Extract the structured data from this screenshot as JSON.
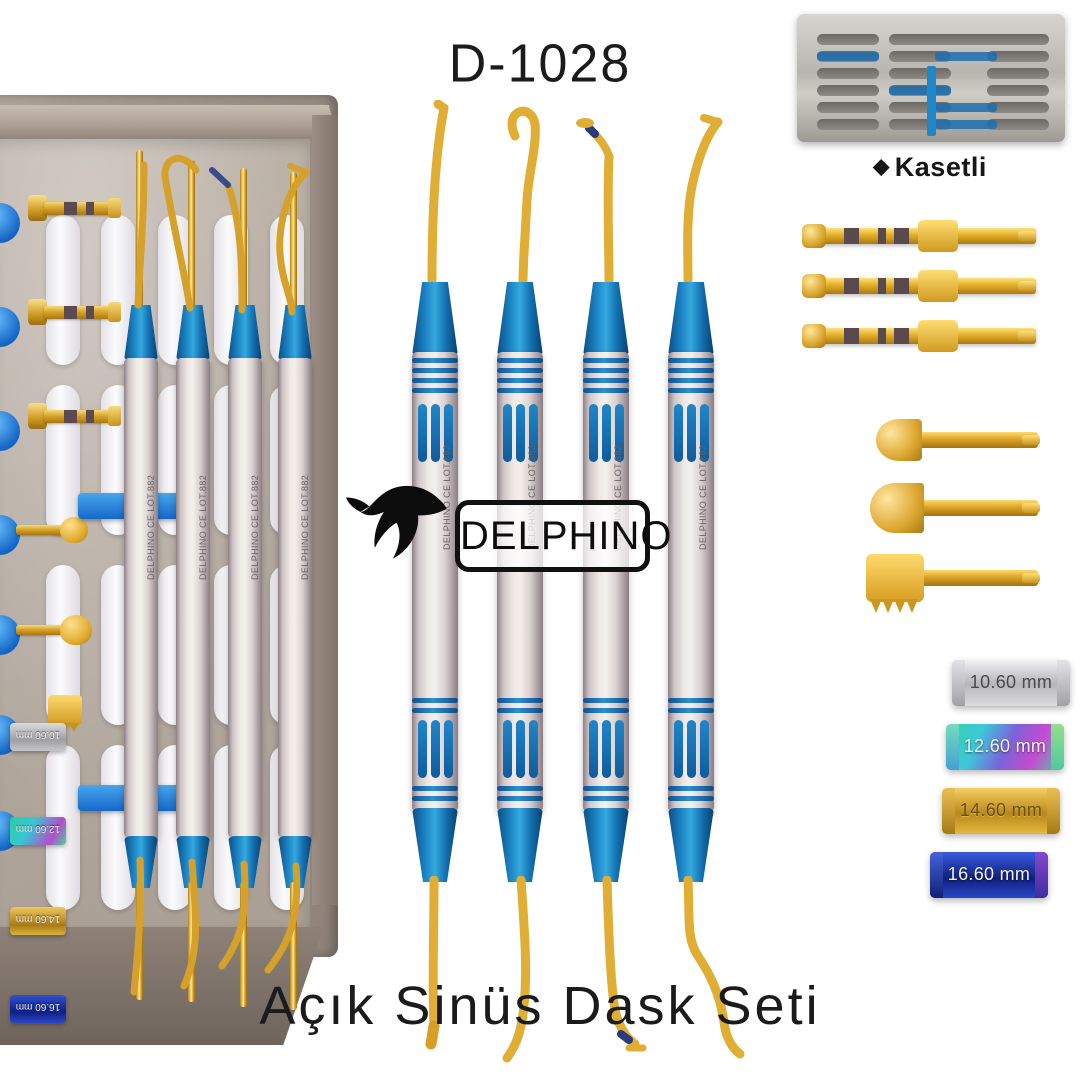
{
  "product": {
    "code": "D-1028",
    "caption": "Açık Sinüs Dask Seti",
    "brand": "DELPHINO",
    "brand_logo_icon": "dolphin-icon",
    "etch_text": "DELPHINO CE LOT.882"
  },
  "cassette": {
    "label": "Kasetli",
    "bullet": "◆",
    "accent_color": "#1f86c9",
    "body_color": "#c4c0ba"
  },
  "colors": {
    "gold": "#d8a52a",
    "blue": "#1573b4",
    "steel": "#efe9e6",
    "tray": "#b6aca2",
    "text": "#1b1b1b"
  },
  "instruments": [
    {
      "name": "sinus-lift-curved-blade",
      "tip_top": "curved-blade-tip",
      "tip_bottom": "flat-spatula-tip"
    },
    {
      "name": "sinus-lift-hook",
      "tip_top": "hook-tip",
      "tip_bottom": "curved-elevator-tip"
    },
    {
      "name": "sinus-lift-angled-stop",
      "tip_top": "angled-stop-tip",
      "tip_bottom": "angled-hoe-tip"
    },
    {
      "name": "sinus-lift-bayonet",
      "tip_top": "bayonet-bend-tip",
      "tip_bottom": "bayonet-chisel-tip"
    }
  ],
  "drills": [
    {
      "name": "osteotome-drill-1",
      "bands": 2
    },
    {
      "name": "osteotome-drill-2",
      "bands": 2
    },
    {
      "name": "osteotome-drill-3",
      "bands": 2
    }
  ],
  "burs": [
    {
      "name": "dome-diamond-bur-small",
      "type": "dome"
    },
    {
      "name": "dome-diamond-bur-large",
      "type": "dome"
    },
    {
      "name": "trephine-crown-bur",
      "type": "trephine"
    }
  ],
  "sleeves": [
    {
      "name": "depth-stopper-10",
      "label": "10.60 mm",
      "finish": "silver",
      "c1": "#e8e8ea",
      "c2": "#a9a9ae",
      "c3": "#d2d2d6"
    },
    {
      "name": "depth-stopper-12",
      "label": "12.60 mm",
      "finish": "rainbow",
      "c1": "#2fd3a5",
      "c2": "#c64ad0",
      "c3": "#4ad0c6"
    },
    {
      "name": "depth-stopper-14",
      "label": "14.60 mm",
      "finish": "gold",
      "c1": "#f0c352",
      "c2": "#a87a16",
      "c3": "#e2b63f"
    },
    {
      "name": "depth-stopper-16",
      "label": "16.60 mm",
      "finish": "blue",
      "c1": "#2a46c8",
      "c2": "#0f1f86",
      "c3": "#3554d8"
    }
  ],
  "tray_stoppers": [
    {
      "name": "tray-stopper-10",
      "label": "10.60 mm",
      "c1": "#e6e6e9",
      "c2": "#a3a3a9"
    },
    {
      "name": "tray-stopper-12",
      "label": "12.60 mm",
      "c1": "#34cf9f",
      "c2": "#b44ec8"
    },
    {
      "name": "tray-stopper-14",
      "label": "14.60 mm",
      "c1": "#eec251",
      "c2": "#a87a16"
    },
    {
      "name": "tray-stopper-16",
      "label": "16.60 mm",
      "c1": "#2b47c9",
      "c2": "#101f82"
    }
  ]
}
